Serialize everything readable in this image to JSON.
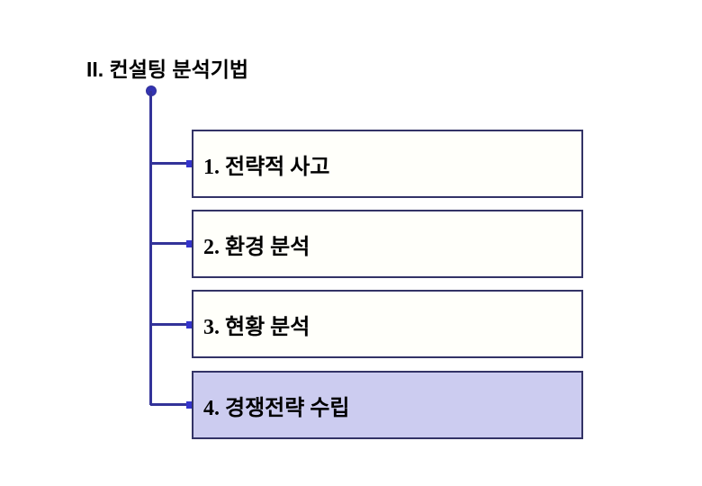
{
  "slide": {
    "title": "II. 컨설팅 분석기법",
    "items": [
      {
        "label": "1. 전략적 사고",
        "highlighted": false
      },
      {
        "label": "2. 환경 분석",
        "highlighted": false
      },
      {
        "label": "3. 현황 분석",
        "highlighted": false
      },
      {
        "label": "4. 경쟁전략 수립",
        "highlighted": true
      }
    ]
  },
  "colors": {
    "background": "#ffffff",
    "title_color": "#000000",
    "connector_line": "#333399",
    "anchor_dot": "#3333b2",
    "node_dot": "#3434cc",
    "box_border": "#333366",
    "box_fill": "#fffffa",
    "highlight_fill": "#ccccf0"
  }
}
